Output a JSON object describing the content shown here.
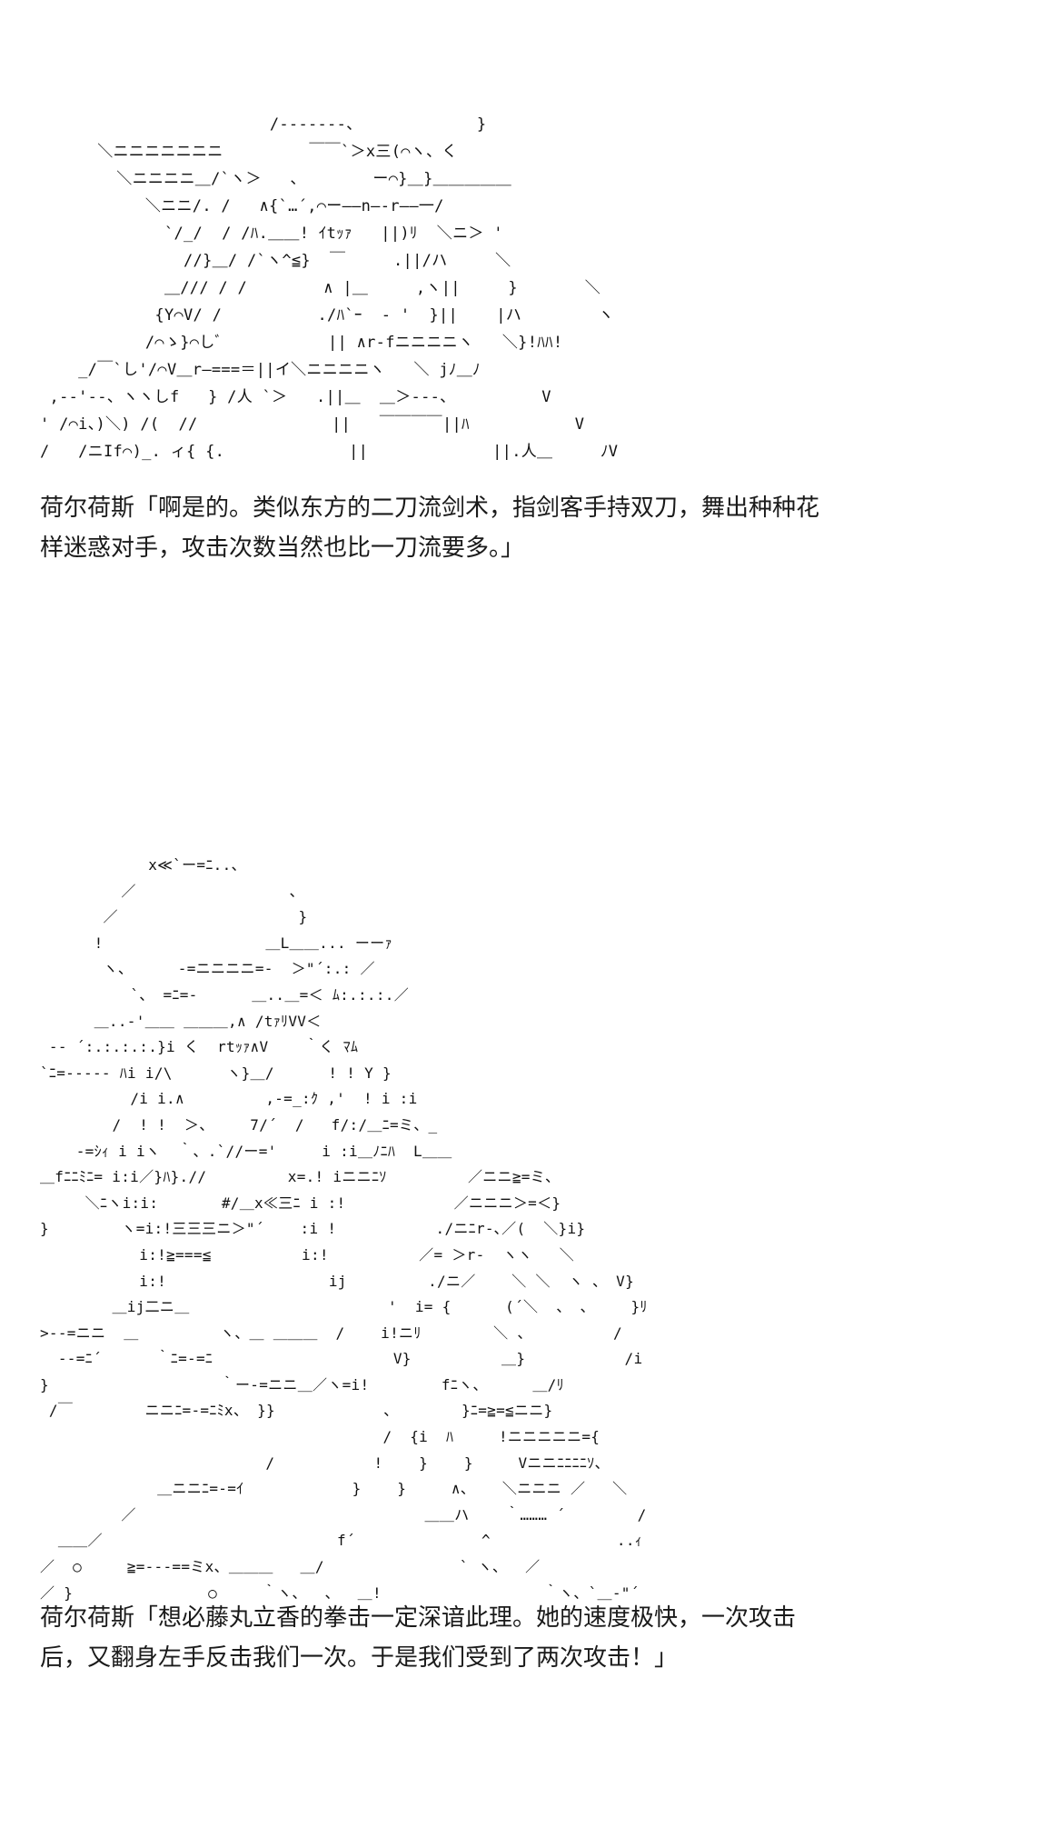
{
  "panels": [
    {
      "art": "                        /-------、            }\n      ＼ニニニニニニニ         ￣￣`＞x三(⌒ヽ、く\n        ＼ニニニニ＿/`ヽ＞   、       ー⌒}＿}＿＿＿＿＿\n           ＼ニニ/. /   ∧{`…´,⌒ー――n―-r――一/\n             `/_/  / /ﾊ.＿＿! ｲtｯｧ   ||)ﾘ  ＼ニ＞ '\n               //}＿/ /`ヽ^≦}  ￣     .||/ハ     ＼\n             ＿/// / /        ∧ |＿     ,ヽ||     }       ＼\n            {Y⌒V/ /          ./ﾊ`ｰ  - '  }||    |ハ        ヽ\n           /⌒ゝ}⌒しﾞ           || ∧r-fニニニニヽ   ＼}!ﾊﾊ!\n    _/￣`し'/⌒V＿r―===＝||イ＼ニニニニヽ   ＼ jﾉ＿ﾉ\n ,--'--、ヽヽしf   } /人 `＞   .||＿  ＿＞---、         V\n' /⌒i、)＼) /(  //              ||   ￣￣￣￣||ﾊ           V\n/   /ニIf⌒)_. ィ{ {.             ||             ||.人＿     ﾉV",
      "caption_lines": [
        "荷尔荷斯「啊是的。类似东方的二刀流剑术，指剑客手持双刀，舞出种种花",
        "样迷惑对手，攻击次数当然也比一刀流要多。」"
      ]
    },
    {
      "art": "            x≪`ー=ﾆ..、\n         ／                 、\n       ／                    }\n      !                  ＿L＿＿... ーーｧ\n       ヽ、     -=ニニニニ=-  ＞\"´:.: ／\n          `、 =ﾆ=-      ＿..＿=＜ ﾑ:.:.:.／\n      ＿..-'＿＿ ＿＿＿,∧ /tｧﾘVV＜\n -- ´:.:.:.:.}i く  rtｯｧ∧V    ｀く ﾏﾑ\n`ﾆ=----- ﾊi i/\\      ヽ}＿/      ! ! Y }\n          /i i.∧         ,-=_:ｸ ,'  ! i :i\n        /  ! !  ＞、    7/´  /   f/:/＿ﾆ=ミ、_\n    -=ｼｨ i iヽ  ｀、.`//ー='     i :i＿ﾉﾆﾊ  L＿＿\n＿fﾆﾆﾐﾆ= i:i／}ﾊ}.//         x=.! iニニﾆｿ         ／ニニ≧=ミ、\n     ＼ﾆヽi:i:       #/＿x≪三ﾆ i :!            ／ニニニ＞=＜}\n}        ヽ=i:!三三三ニ＞\"´    :i !           ./ニﾆr-､／(  ＼}i}\n           i:!≧===≦          i:!          ／= ＞r-  ヽヽ   ＼\n           i:!                  ij         ./ニ／    ＼ ＼  ヽ 、 V}\n        ＿ij二ニ＿                      '  i= {      (´＼  、 、    }ﾘ\n>--=ニニ  ＿         ヽ、＿ ＿＿＿  /    i!ニﾘ        ＼ 、         /\n  --=ﾆ´      ｀ﾆ=-=ﾆ                    V}          ＿}           /i\n}                   ｀ー-=ニニ＿／ヽ=i!        fﾆヽ、     ＿/ﾘ\n /￣        ニニﾆ=-=ﾆﾐx、 }}            、       }ﾆ=≧=≦ニニ}\n                                      /  {i  ﾊ     !ニニニニニ={\n                         /           !    }    }     Vニニﾆﾆﾆﾆｿ、\n             ＿ニニﾆ=-=ｲ            }    }     ∧、   ＼ニニニ ／   ＼\n         ／                                ＿＿ハ    ｀……… ´        /\n  ＿＿／                          f´              ^              ..ｨ\n／  ○     ≧=---==ミx、＿＿＿   ＿/               ` ヽ、  ／\n／ }               ○     ｀ヽ、  、  ＿!                  ｀ヽ、`＿-\"´",
      "caption_lines": [
        "荷尔荷斯「想必藤丸立香的拳击一定深谙此理。她的速度极快，一次攻击",
        "后，又翻身左手反击我们一次。于是我们受到了两次攻击！」"
      ]
    }
  ]
}
